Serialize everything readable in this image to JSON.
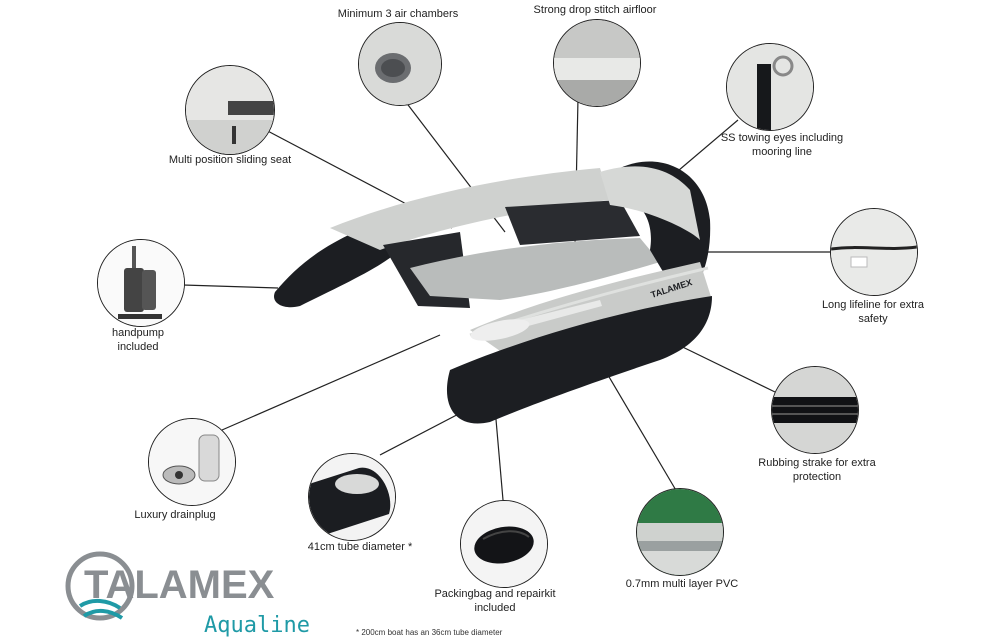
{
  "callouts": {
    "seat": "Multi position sliding seat",
    "chambers": "Minimum 3 air chambers",
    "airfloor": "Strong drop stitch airfloor",
    "towing_1": "SS towing eyes including",
    "towing_2": "mooring line",
    "handpump_1": "handpump",
    "handpump_2": "included",
    "lifeline_1": "Long lifeline for extra",
    "lifeline_2": "safety",
    "drainplug": "Luxury drainplug",
    "tube": "41cm tube diameter *",
    "packing_1": "Packingbag and repairkit",
    "packing_2": "included",
    "pvc": "0.7mm multi layer PVC",
    "strake_1": "Rubbing strake for extra",
    "strake_2": "protection"
  },
  "brand": {
    "name": "TALAMEX",
    "sub": "Aqualine",
    "footnote": "* 200cm boat has an 36cm tube diameter",
    "boat_decal": "TALAMEX"
  },
  "colors": {
    "tube_grey": "#c9cbc9",
    "tube_dark": "#1c1e22",
    "brand_grey": "#8a8e92",
    "brand_teal": "#1f9aa6",
    "pvc_green": "#2f7a45"
  }
}
